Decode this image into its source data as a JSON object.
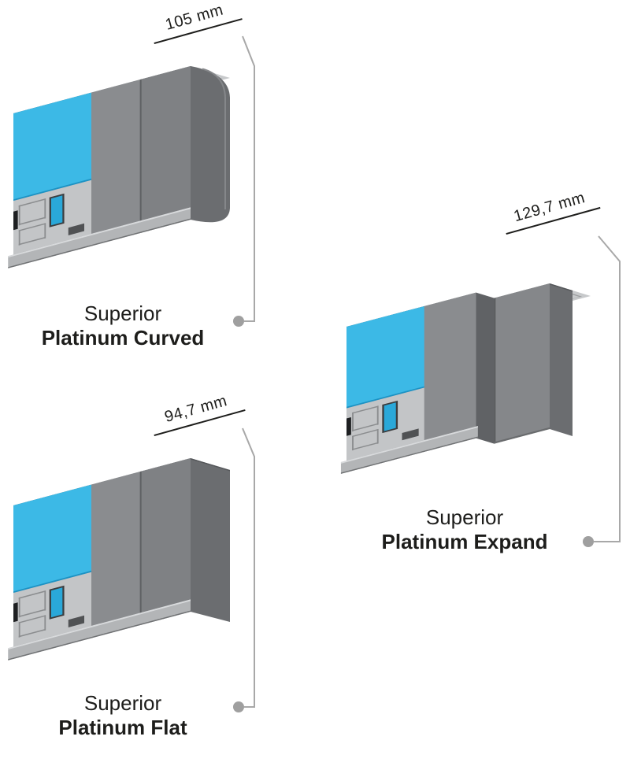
{
  "page": {
    "background": "#ffffff"
  },
  "colors": {
    "glass_front_blue": "#3cb9e6",
    "glass_top_blue": "#72d6f3",
    "insulation_blue": "#2aa8d9",
    "profile_front_gray": "#8a8c8f",
    "profile_side_gray": "#6b6d70",
    "cut_face_gray": "#c7c9cb",
    "sill_gray": "#b3b5b7",
    "connector_gray": "#a8a8a8",
    "connector_dot_gray": "#9f9f9f",
    "text": "#1d1d1b"
  },
  "products": [
    {
      "id": "curved",
      "dimension": "105 mm",
      "brand": "Superior",
      "model": "Platinum Curved"
    },
    {
      "id": "expand",
      "dimension": "129,7 mm",
      "brand": "Superior",
      "model": "Platinum Expand"
    },
    {
      "id": "flat",
      "dimension": "94,7 mm",
      "brand": "Superior",
      "model": "Platinum Flat"
    }
  ]
}
